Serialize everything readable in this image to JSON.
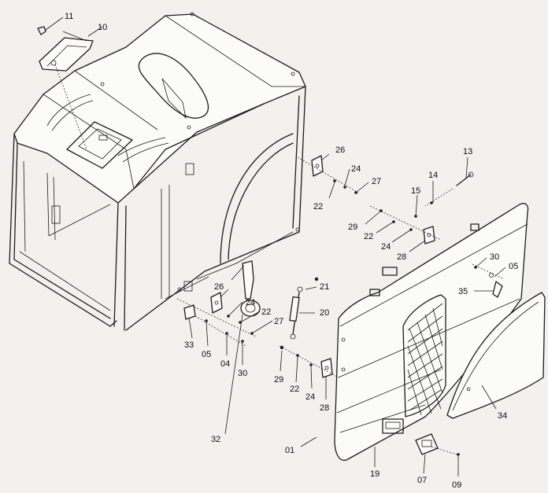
{
  "callouts": {
    "c11": "11",
    "c10": "10",
    "c26a": "26",
    "c24a": "24",
    "c27a": "27",
    "c22a": "22",
    "c13": "13",
    "c14": "14",
    "c15": "15",
    "c29a": "29",
    "c22b": "22",
    "c24b": "24",
    "c28a": "28",
    "c30a": "30",
    "c05a": "05",
    "c35": "35",
    "c21": "21",
    "c20": "20",
    "c26b": "26",
    "c24c": "24",
    "c22c": "22",
    "c27b": "27",
    "c33": "33",
    "c05b": "05",
    "c04": "04",
    "c30b": "30",
    "c29b": "29",
    "c22d": "22",
    "c24d": "24",
    "c28b": "28",
    "c32": "32",
    "c34": "34",
    "c01": "01",
    "c19": "19",
    "c07": "07",
    "c09": "09"
  }
}
